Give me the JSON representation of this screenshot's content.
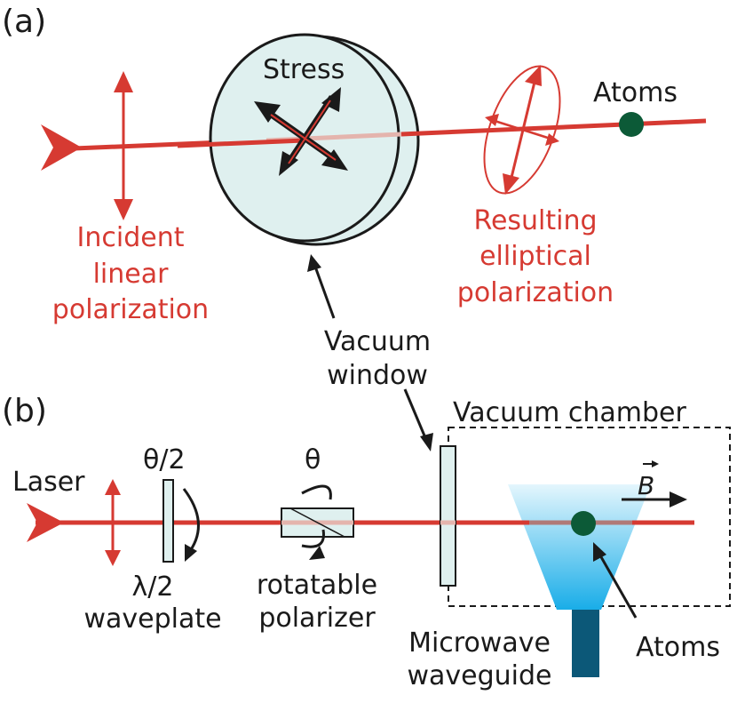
{
  "panel_a": {
    "panel_label": "(a)",
    "stress_label": "Stress",
    "atoms_label": "Atoms",
    "incident_label": [
      "Incident",
      "linear",
      "polarization"
    ],
    "resulting_label": [
      "Resulting",
      "elliptical",
      "polarization"
    ],
    "vacuum_window_label": [
      "Vacuum",
      "window"
    ]
  },
  "panel_b": {
    "panel_label": "(b)",
    "vacuum_chamber_label": "Vacuum chamber",
    "laser_label": "Laser",
    "half_angle_label": "θ/2",
    "angle_label": "θ",
    "waveplate_label": [
      "λ/2",
      "waveplate"
    ],
    "polarizer_label": [
      "rotatable",
      "polarizer"
    ],
    "waveguide_label": [
      "Microwave",
      "waveguide"
    ],
    "atoms_label": "Atoms",
    "field_label": "B"
  },
  "colors": {
    "laser": "#d63a32",
    "window_fill": "#dff0ef",
    "atom": "#0c5a37",
    "waveguide": "#0c5878",
    "microwave_top": "#d8f3fc",
    "microwave_bottom": "#1aaee8"
  }
}
